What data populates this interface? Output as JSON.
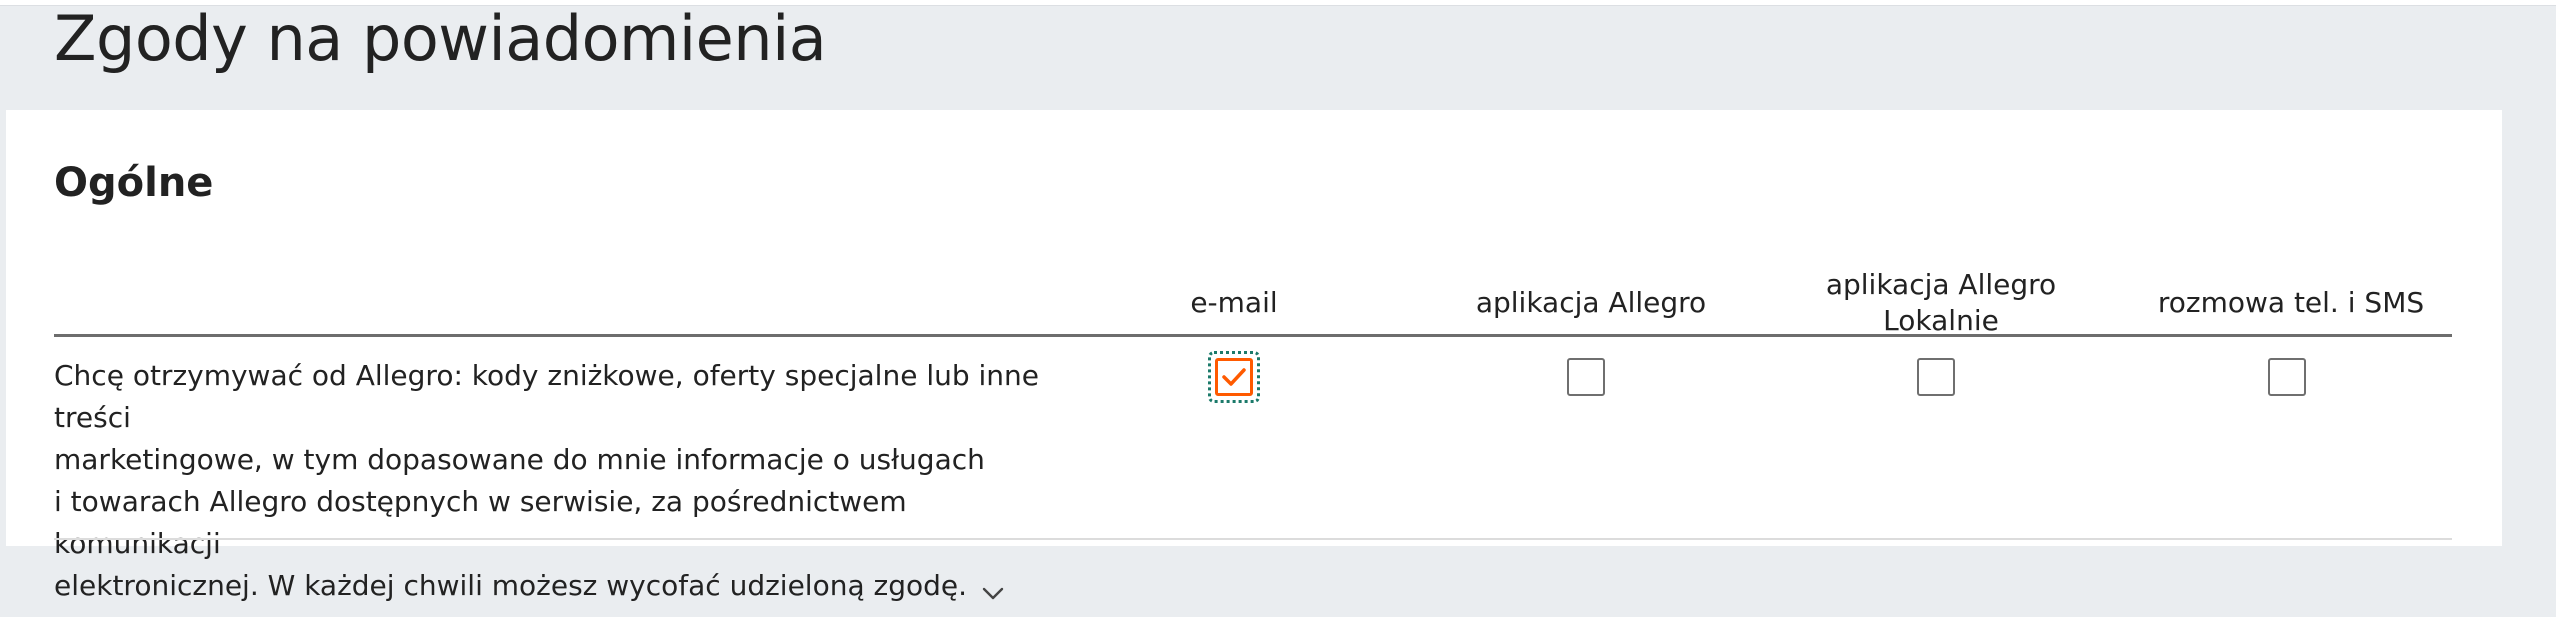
{
  "page": {
    "title": "Zgody na powiadomienia"
  },
  "section": {
    "title": "Ogólne"
  },
  "columns": {
    "email": "e-mail",
    "app": "aplikacja Allegro",
    "lokalnie_line1": "aplikacja Allegro",
    "lokalnie_line2": "Lokalnie",
    "sms": "rozmowa tel. i SMS"
  },
  "consent_row": {
    "line1": "Chcę otrzymywać od Allegro: kody zniżkowe, oferty specjalne lub inne treści",
    "line2": "marketingowe, w tym dopasowane do mnie informacje o usługach",
    "line3": "i towarach Allegro dostępnych w serwisie, za pośrednictwem komunikacji",
    "line4": "elektronicznej. W każdej chwili możesz wycofać udzieloną zgodę.",
    "expand_icon": "chevron-down-icon",
    "email_checked": true,
    "app_checked": false,
    "lokalnie_checked": false,
    "sms_checked": false
  },
  "colors": {
    "accent": "#ff5a00",
    "focus": "#1b7a6a",
    "text": "#222222",
    "background": "#eaedf0"
  }
}
